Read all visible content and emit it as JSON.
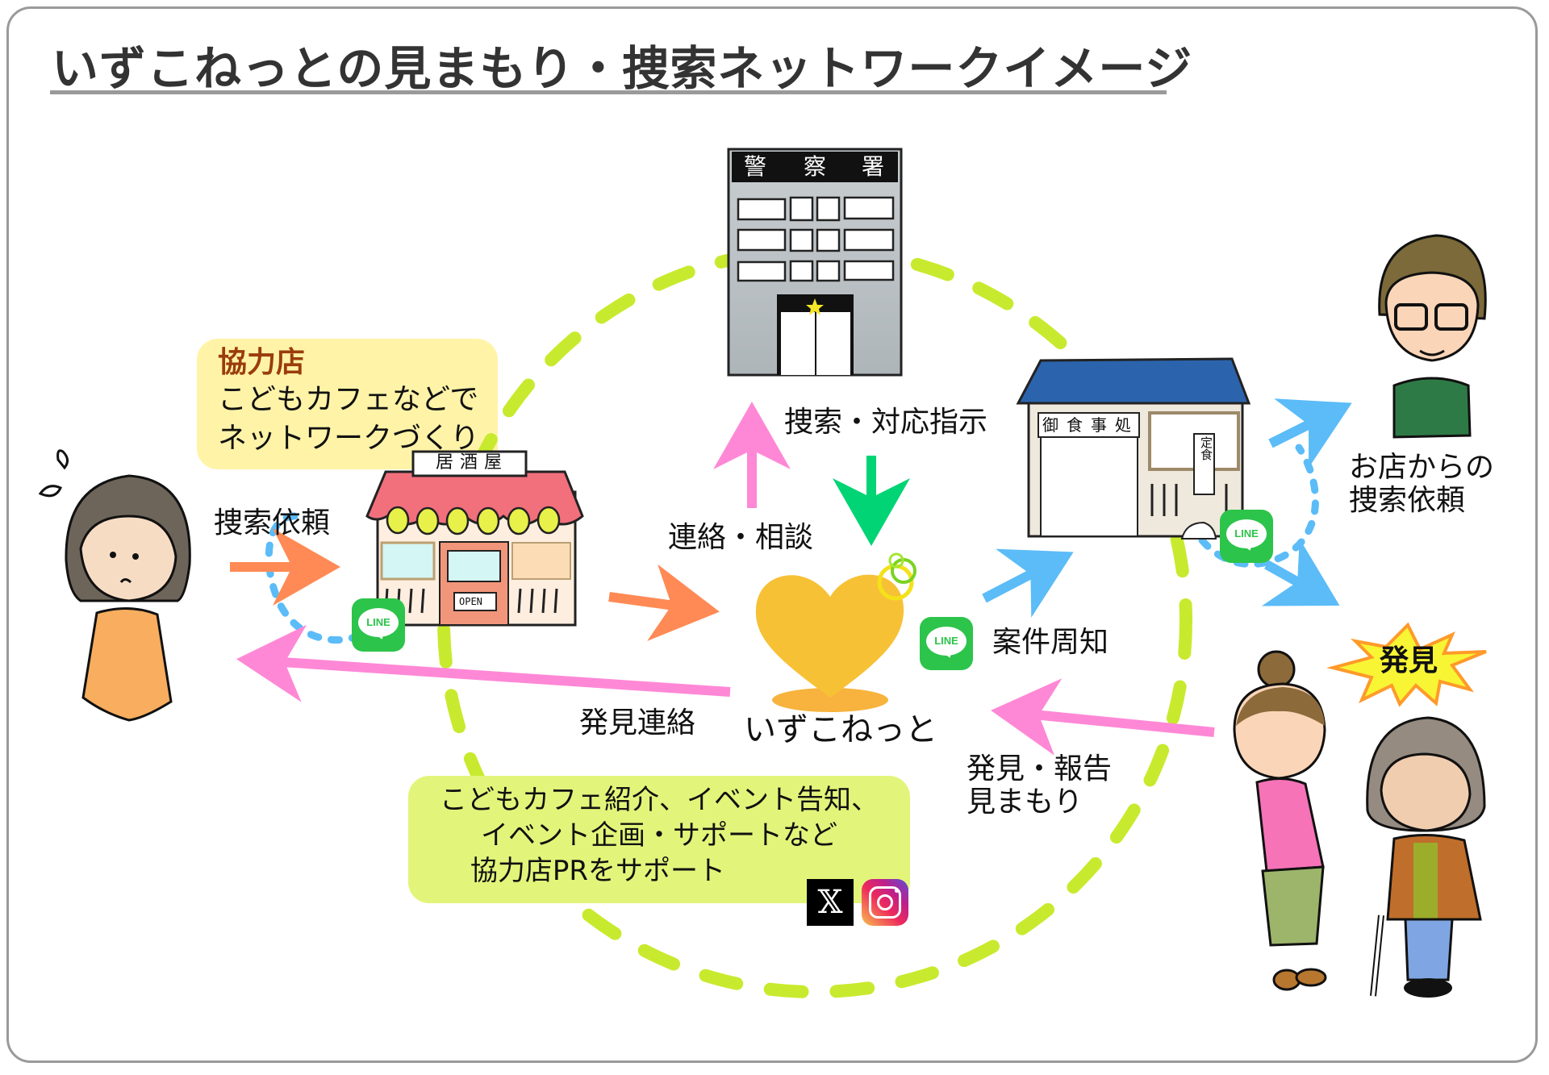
{
  "title": "いずこねっとの見まもり・捜索ネットワークイメージ",
  "colors": {
    "dashed_circle": "#c8ea2e",
    "arrow_orange": "#ff8a55",
    "arrow_pink": "#ff88d6",
    "arrow_green": "#00d474",
    "arrow_blue": "#5bbcf7",
    "line_green": "#2cc44a",
    "heart": "#f7c135",
    "coop_box": "#fff3a8",
    "pr_box": "#e2f57a"
  },
  "coop_box": {
    "heading": "協力店",
    "lines": [
      "こどもカフェなどで",
      "ネットワークづくり"
    ]
  },
  "pr_box": {
    "lines": [
      "こどもカフェ紹介、イベント告知、",
      "イベント企画・サポートなど",
      "協力店PRをサポート"
    ],
    "icons": [
      "x-icon",
      "instagram-icon"
    ],
    "x_glyph": "𝕏"
  },
  "buildings": {
    "police_sign": [
      "警",
      "察",
      "署"
    ],
    "izakaya_sign": "居酒屋",
    "izakaya_open": "OPEN",
    "shokudo_sign": [
      "御",
      "食",
      "事",
      "処"
    ],
    "shokudo_banner": "定食"
  },
  "hub": {
    "name": "いずこねっと"
  },
  "labels": {
    "search_request": "捜索依頼",
    "contact_consult": "連絡・相談",
    "search_instruction": "捜索・対応指示",
    "case_notice": "案件周知",
    "found_contact": "発見連絡",
    "found_report": [
      "発見・報告",
      "見まもり"
    ],
    "shop_request": [
      "お店からの",
      "捜索依頼"
    ],
    "found_burst": "発見"
  },
  "line_badge_text": "LINE"
}
